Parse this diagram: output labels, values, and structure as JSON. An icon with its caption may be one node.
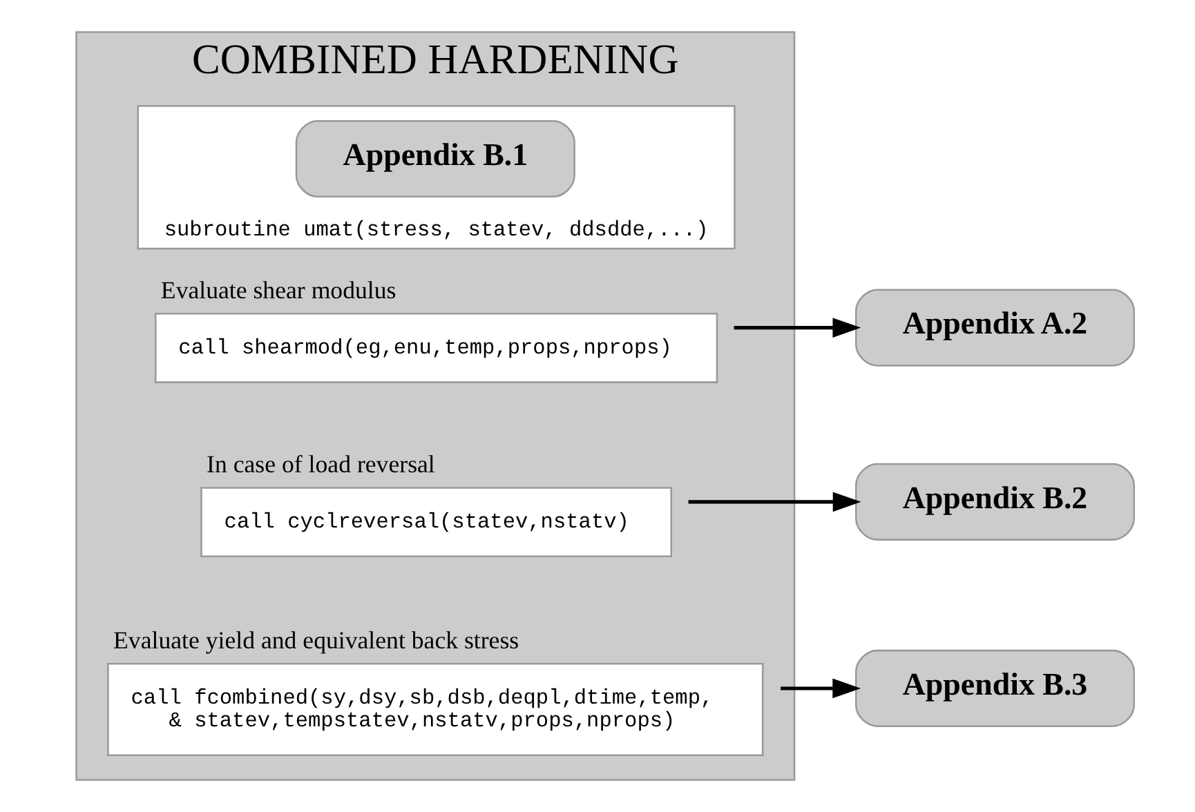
{
  "diagram": {
    "nodes": [
      {
        "text": [
          "COMBINED HARDENING"
        ]
      },
      {
        "text": [
          "subroutine umat(stress, statev, ddsdde,...)"
        ],
        "in": 0
      },
      {
        "text": [
          "Appendix B.1"
        ],
        "in": 1
      },
      {
        "text": [
          "Evaluate shear modulus",
          "call shearmod(eg,enu,temp,props,nprops)"
        ],
        "in": 0
      },
      {
        "text": [
          "Appendix A.2"
        ]
      },
      {
        "text": [
          "In case of load reversal",
          "call cyclreversal(statev,nstatv)"
        ],
        "in": 0
      },
      {
        "text": [
          "Appendix B.2"
        ]
      },
      {
        "text": [
          "Evaluate yield and equivalent back stress",
          "call fcombined(sy,dsy,sb,dsb,deqpl,dtime,temp, & statev,tempstatev,nstatv,props,nprops)"
        ],
        "in": 0
      },
      {
        "text": [
          "Appendix B.3"
        ]
      }
    ],
    "edges": [
      {
        "from": 3,
        "to": 4,
        "arrow": "to"
      },
      {
        "from": 5,
        "to": 6,
        "arrow": "to"
      },
      {
        "from": 7,
        "to": 8,
        "arrow": "to"
      }
    ]
  }
}
